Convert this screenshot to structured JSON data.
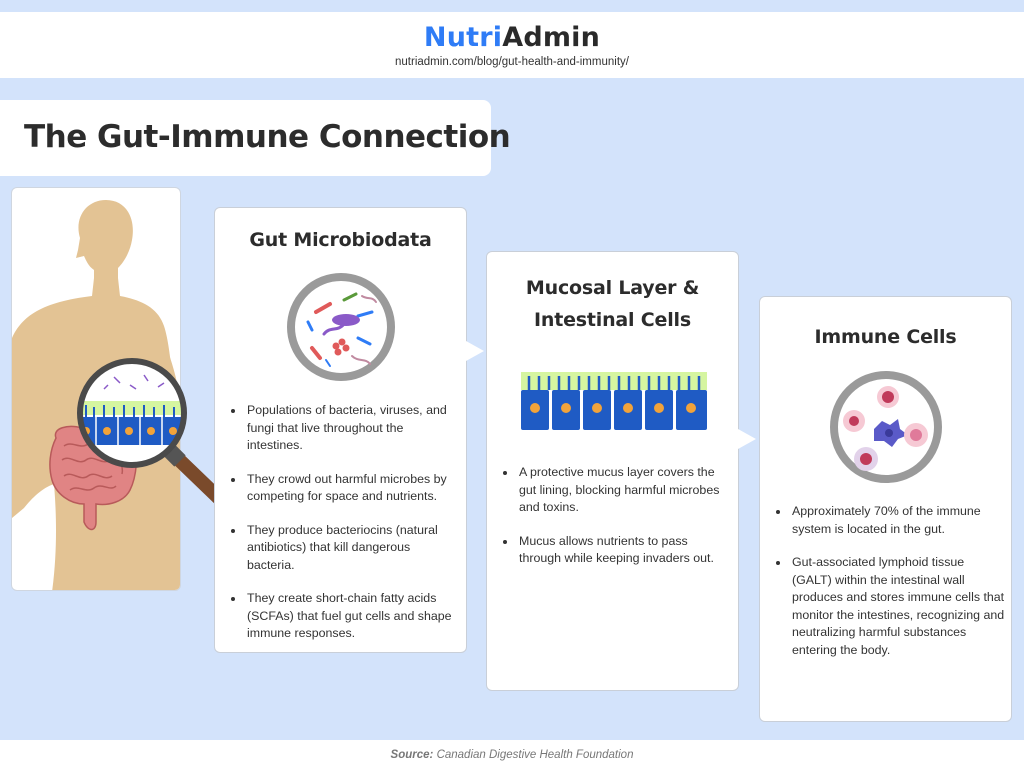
{
  "header": {
    "brand_part1": "Nutri",
    "brand_part2": "Admin",
    "url": "nutriadmin.com/blog/gut-health-and-immunity/"
  },
  "title": "The Gut-Immune Connection",
  "cards": [
    {
      "title": "Gut Microbiodata",
      "bullets": [
        "Populations of bacteria, viruses, and fungi that live throughout the intestines.",
        "They crowd out harmful microbes by competing for space and nutrients.",
        "They produce bacteriocins (natural antibiotics) that kill dangerous bacteria.",
        "They create short-chain fatty acids (SCFAs) that fuel gut cells and shape immune responses."
      ]
    },
    {
      "title_line1": "Mucosal Layer &",
      "title_line2": "Intestinal Cells",
      "bullets": [
        "A protective mucus layer covers the gut lining, blocking harmful microbes and toxins.",
        "Mucus allows nutrients to pass through while keeping invaders out."
      ]
    },
    {
      "title": "Immune Cells",
      "bullets": [
        "Approximately 70% of the immune system is located in the gut.",
        " Gut-associated lymphoid tissue (GALT) within the intestinal wall produces and stores immune cells that monitor the intestines, recognizing and neutralizing harmful substances entering the body."
      ]
    }
  ],
  "footer": {
    "source_label": "Source:",
    "source_value": "Canadian Digestive Health Foundation"
  },
  "colors": {
    "background": "#d3e3fb",
    "brand_blue": "#2f7cf6",
    "skin": "#e3c394",
    "intestine": "#e08484",
    "mucus": "#d5f5a0",
    "cell_blue": "#1f5bc4",
    "nucleus": "#f2a33a",
    "magnifier_ring": "#9a9a9a",
    "handle": "#7a4a2b"
  },
  "icons": [
    "human-silhouette-icon",
    "magnifying-glass-icon",
    "microbiota-circle-icon",
    "intestinal-cells-icon",
    "immune-cells-circle-icon"
  ]
}
